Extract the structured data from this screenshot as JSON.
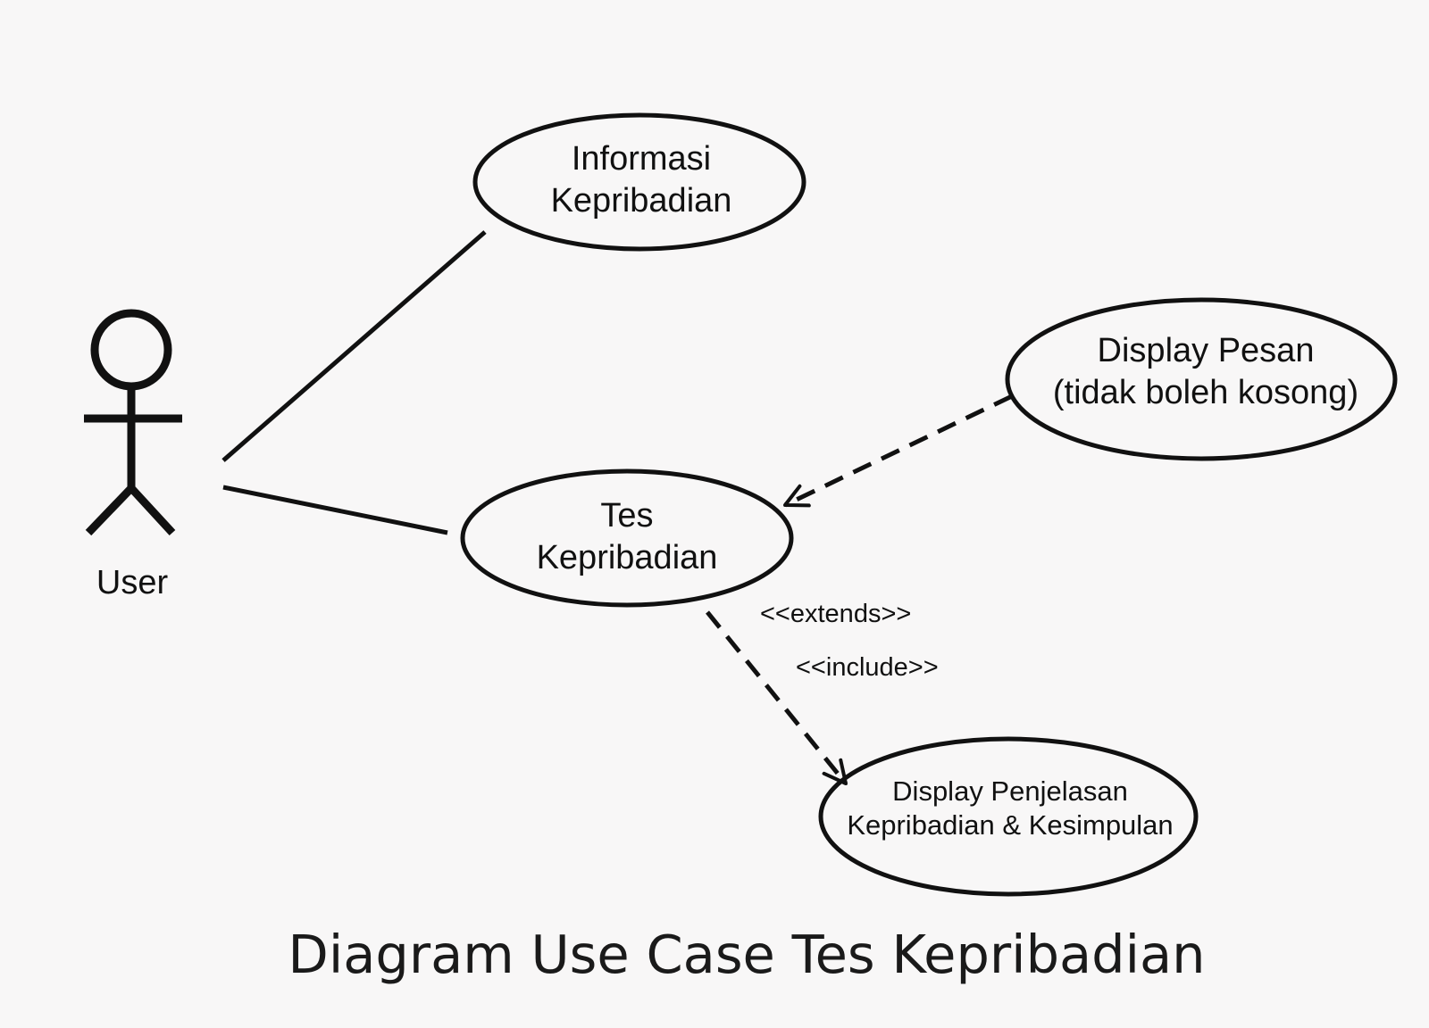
{
  "diagram": {
    "title": "Diagram Use Case Tes Kepribadian",
    "type": "uml-use-case",
    "actor": {
      "label": "User",
      "icon": "stick-figure-icon"
    },
    "use_cases": {
      "informasi": {
        "line1": "Informasi",
        "line2": "Kepribadian"
      },
      "tes": {
        "line1": "Tes",
        "line2": "Kepribadian"
      },
      "pesan": {
        "line1": "Display Pesan",
        "line2": "(tidak boleh kosong)"
      },
      "penjelasan": {
        "line1": "Display Penjelasan",
        "line2": "Kepribadian & Kesimpulan"
      }
    },
    "relationships": {
      "extends_label": "<<extends>>",
      "include_label": "<<include>>"
    },
    "colors": {
      "background": "#f8f7f7",
      "stroke": "#111111"
    }
  }
}
